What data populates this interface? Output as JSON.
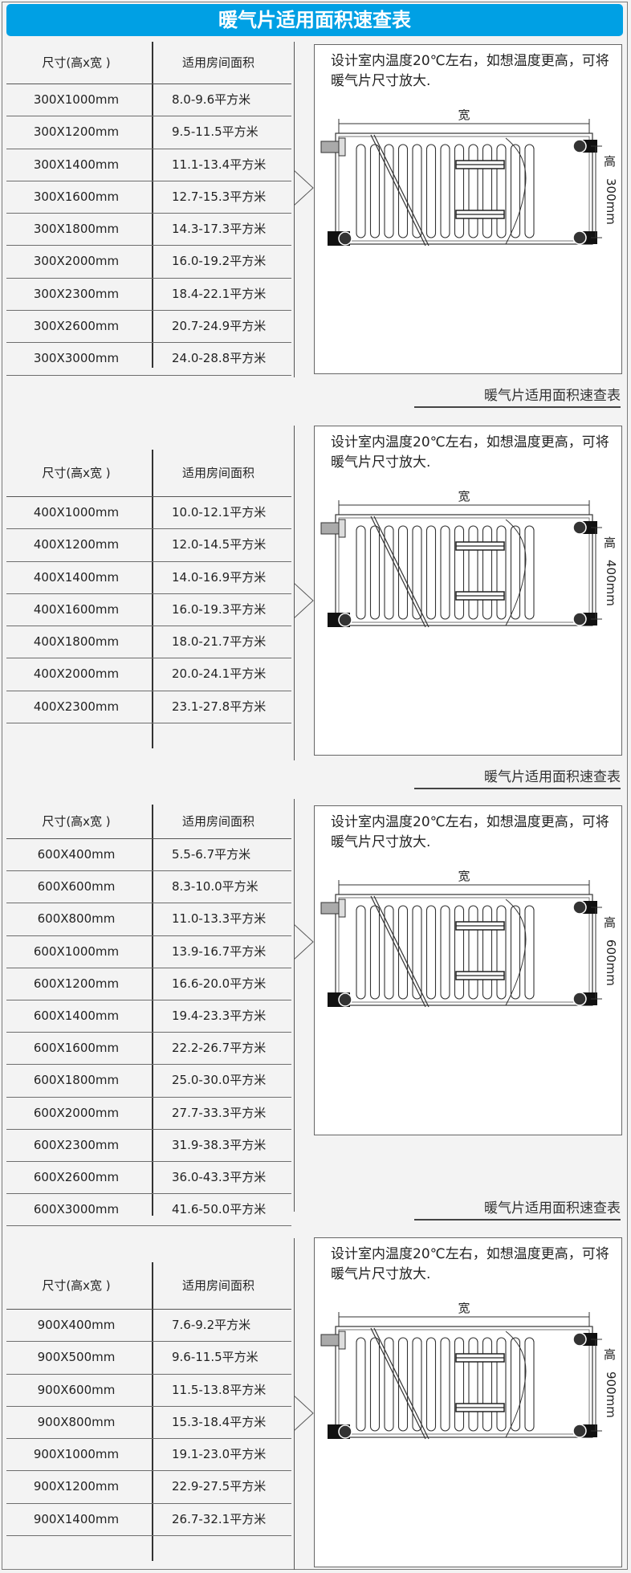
{
  "title": "暖气片适用面积速查表",
  "note": "设计室内温度20℃左右，如想温度更高，可将暖气片尺寸放大.",
  "caption": "暖气片适用面积速查表",
  "header": {
    "size": "尺寸(高x宽 )",
    "area": "适用房间面积"
  },
  "diagram": {
    "width_label": "宽",
    "height_label": "高"
  },
  "sections": [
    {
      "height_label": "300mm",
      "rows": [
        {
          "size": "300X1000mm",
          "area": "8.0-9.6平方米"
        },
        {
          "size": "300X1200mm",
          "area": "9.5-11.5平方米"
        },
        {
          "size": "300X1400mm",
          "area": "11.1-13.4平方米"
        },
        {
          "size": "300X1600mm",
          "area": "12.7-15.3平方米"
        },
        {
          "size": "300X1800mm",
          "area": "14.3-17.3平方米"
        },
        {
          "size": "300X2000mm",
          "area": "16.0-19.2平方米"
        },
        {
          "size": "300X2300mm",
          "area": "18.4-22.1平方米"
        },
        {
          "size": "300X2600mm",
          "area": "20.7-24.9平方米"
        },
        {
          "size": "300X3000mm",
          "area": "24.0-28.8平方米"
        }
      ]
    },
    {
      "height_label": "400mm",
      "rows": [
        {
          "size": "400X1000mm",
          "area": "10.0-12.1平方米"
        },
        {
          "size": "400X1200mm",
          "area": "12.0-14.5平方米"
        },
        {
          "size": "400X1400mm",
          "area": "14.0-16.9平方米"
        },
        {
          "size": "400X1600mm",
          "area": "16.0-19.3平方米"
        },
        {
          "size": "400X1800mm",
          "area": "18.0-21.7平方米"
        },
        {
          "size": "400X2000mm",
          "area": "20.0-24.1平方米"
        },
        {
          "size": "400X2300mm",
          "area": "23.1-27.8平方米"
        }
      ]
    },
    {
      "height_label": "600mm",
      "rows": [
        {
          "size": "600X400mm",
          "area": "5.5-6.7平方米"
        },
        {
          "size": "600X600mm",
          "area": "8.3-10.0平方米"
        },
        {
          "size": "600X800mm",
          "area": "11.0-13.3平方米"
        },
        {
          "size": "600X1000mm",
          "area": "13.9-16.7平方米"
        },
        {
          "size": "600X1200mm",
          "area": "16.6-20.0平方米"
        },
        {
          "size": "600X1400mm",
          "area": "19.4-23.3平方米"
        },
        {
          "size": "600X1600mm",
          "area": "22.2-26.7平方米"
        },
        {
          "size": "600X1800mm",
          "area": "25.0-30.0平方米"
        },
        {
          "size": "600X2000mm",
          "area": "27.7-33.3平方米"
        },
        {
          "size": "600X2300mm",
          "area": "31.9-38.3平方米"
        },
        {
          "size": "600X2600mm",
          "area": "36.0-43.3平方米"
        },
        {
          "size": "600X3000mm",
          "area": "41.6-50.0平方米"
        }
      ]
    },
    {
      "height_label": "900mm",
      "rows": [
        {
          "size": "900X400mm",
          "area": "7.6-9.2平方米"
        },
        {
          "size": "900X500mm",
          "area": "9.6-11.5平方米"
        },
        {
          "size": "900X600mm",
          "area": "11.5-13.8平方米"
        },
        {
          "size": "900X800mm",
          "area": "15.3-18.4平方米"
        },
        {
          "size": "900X1000mm",
          "area": "19.1-23.0平方米"
        },
        {
          "size": "900X1200mm",
          "area": "22.9-27.5平方米"
        },
        {
          "size": "900X1400mm",
          "area": "26.7-32.1平方米"
        }
      ]
    }
  ]
}
